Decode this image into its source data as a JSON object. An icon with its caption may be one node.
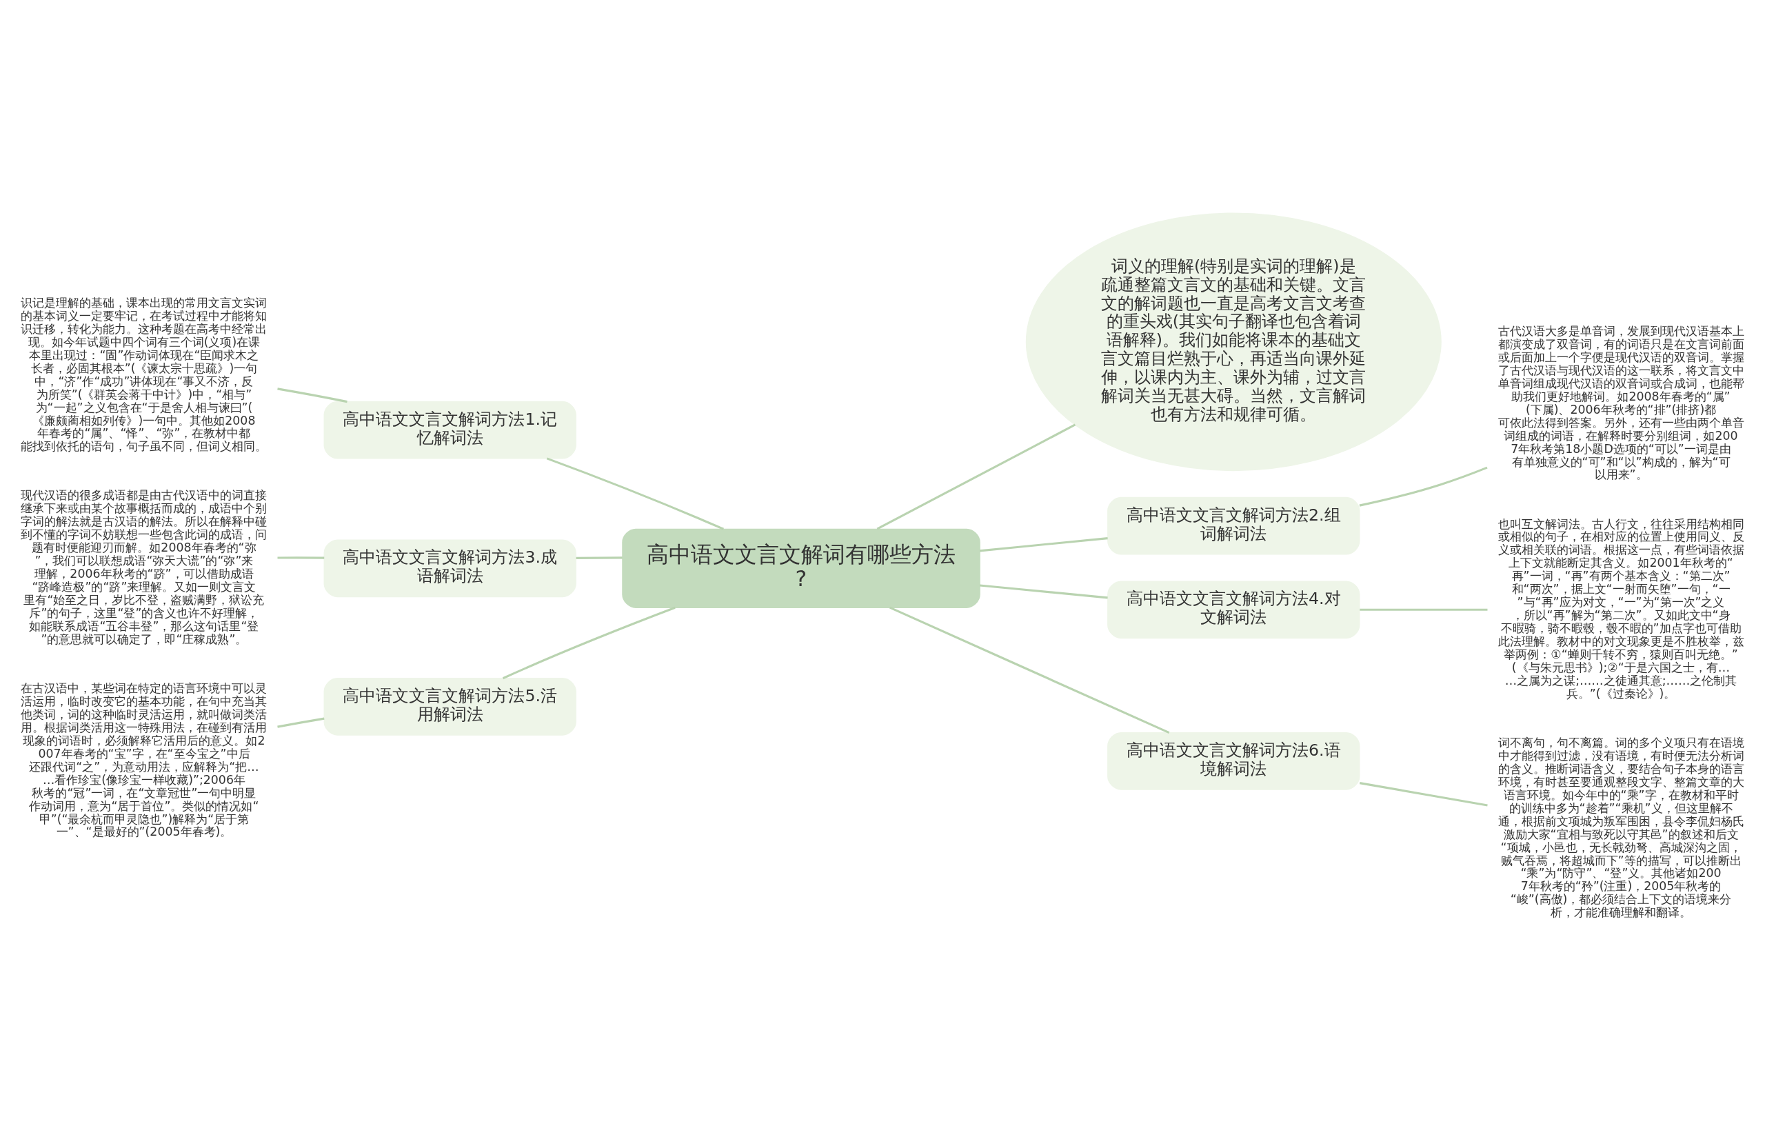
{
  "diagram": {
    "nodes": [
      {
        "text": [
          "高中语文文言文解词有哪些方法?"
        ]
      },
      {
        "text": [
          "词义的理解(特别是实词的理解)是疏通整篇文言文的基础和关键。文言文的解词题也一直是高考文言文考查的重头戏(其实句子翻译也包含着词语解释)。我们如能将课本的基础文言文篇目烂熟于心，再适当向课外延伸，以课内为主、课外为辅，过文言解词关当无甚大碍。当然，文言解词也有方法和规律可循。"
        ]
      },
      {
        "text": [
          "高中语文文言文解词方法1.记忆解词法"
        ]
      },
      {
        "text": [
          "识记是理解的基础，课本出现的常用文言文实词的基本词义一定要牢记，在考试过程中才能将知识迁移，转化为能力。这种考题在高考中经常出现。如今年试题中四个词有三个词(义项)在课本里出现过：“固”作动词体现在“臣闻求木之长者，必固其根本”(《谏太宗十思疏》)一句中，“济”作“成功”讲体现在“事又不济，反为所笑”(《群英会蒋干中计》)中，“相与”为“一起”之义包含在“于是舍人相与谏曰”(《廉颇蔺相如列传》)一句中。其他如2008年春考的“属”、“怿”、“弥”，在教材中都能找到依托的语句，句子虽不同，但词义相同。"
        ]
      },
      {
        "text": [
          "高中语文文言文解词方法2.组词解词法"
        ]
      },
      {
        "text": [
          "古代汉语大多是单音词，发展到现代汉语基本上都演变成了双音词，有的词语只是在文言词前面或后面加上一个字便是现代汉语的双音词。掌握了古代汉语与现代汉语的这一联系，将文言文中单音词组成现代汉语的双音词或合成词，也能帮助我们更好地解词。如2008年春考的“属”(下属)、2006年秋考的“排”(排挤)都可依此法得到答案。另外，还有一些由两个单音词组成的词语，在解释时要分别组词，如2007年秋考第18小题D选项的“可以”一词是由有单独意义的“可”和“以”构成的，解为“可以用来”。"
        ]
      },
      {
        "text": [
          "高中语文文言文解词方法3.成语解词法"
        ]
      },
      {
        "text": [
          "现代汉语的很多成语都是由古代汉语中的词直接继承下来或由某个故事概括而成的，成语中个别字词的解法就是古汉语的解法。所以在解释中碰到不懂的字词不妨联想一些包含此词的成语，问题有时便能迎刃而解。如2008年春考的“弥”，我们可以联想成语“弥天大谎”的“弥”来理解，2006年秋考的“跻”，可以借助成语“跻峰造极”的“跻”来理解。又如一则文言文里有“始至之日，岁比不登，盗贼满野，狱讼充斥”的句子，这里“登”的含义也许不好理解，如能联系成语“五谷丰登”，那么这句话里“登”的意思就可以确定了，即“庄稼成熟”。"
        ]
      },
      {
        "text": [
          "高中语文文言文解词方法4.对文解词法"
        ]
      },
      {
        "text": [
          "也叫互文解词法。古人行文，往往采用结构相同或相似的句子，在相对应的位置上使用同义、反义或相关联的词语。根据这一点，有些词语依据上下文就能断定其含义。如2001年秋考的“再”一词，“再”有两个基本含义：“第二次”和“两次”，据上文“一射而矢堕”一句，“一”与“再”应为对文，“一”为“第一次”之义，所以“再”解为“第二次”。又如此文中“身不暇骑，骑不暇毂，毂不暇的”加点字也可借助此法理解。教材中的对文现象更是不胜枚举，兹举两例：①“蝉则千转不穷，猿则百叫无绝。”(《与朱元思书》);②“于是六国之士，有……之属为之谋;……之徒通其意;……之伦制其兵。”(《过秦论》)。"
        ]
      },
      {
        "text": [
          "高中语文文言文解词方法5.活用解词法"
        ]
      },
      {
        "text": [
          "在古汉语中，某些词在特定的语言环境中可以灵活运用，临时改变它的基本功能，在句中充当其他类词，词的这种临时灵活运用，就叫做词类活用。根据词类活用这一特殊用法，在碰到有活用现象的词语时，必须解释它活用后的意义。如2007年春考的“宝”字，在“至今宝之”中后还跟代词“之”，为意动用法，应解释为“把……看作珍宝(像珍宝一样收藏)”;2006年秋考的“冠”一词，在“文章冠世”一句中明显作动词用，意为“居于首位”。类似的情况如“甲”(“最余杭而甲灵隐也”)解释为“居于第一”、“是最好的”(2005年春考)。"
        ]
      },
      {
        "text": [
          "高中语文文言文解词方法6.语境解词法"
        ]
      },
      {
        "text": [
          "词不离句，句不离篇。词的多个义项只有在语境中才能得到过滤，没有语境，有时便无法分析词的含义。推断词语含义，要结合句子本身的语言环境，有时甚至要通观整段文字、整篇文章的大语言环境。如今年中的“乘”字，在教材和平时的训练中多为“趁着”“乘机”义，但这里解不通，根据前文项城为叛军围困，县令李侃妇杨氏激励大家“宜相与致死以守其邑”的叙述和后文“项城，小邑也，无长戟劲弩、高城深沟之固，贼气吞焉，将超城而下”等的描写，可以推断出“乘”为“防守”、“登”义。其他诸如2007年秋考的“矜”(注重)，2005年秋考的“峻”(高傲)，都必须结合上下文的语境来分析，才能准确理解和翻译。"
        ]
      }
    ],
    "edges": [
      {
        "from": 0,
        "to": 1,
        "arrow": "none"
      },
      {
        "from": 0,
        "to": 2,
        "arrow": "none"
      },
      {
        "from": 2,
        "to": 3,
        "arrow": "none"
      },
      {
        "from": 0,
        "to": 4,
        "arrow": "none"
      },
      {
        "from": 4,
        "to": 5,
        "arrow": "none"
      },
      {
        "from": 0,
        "to": 6,
        "arrow": "none"
      },
      {
        "from": 6,
        "to": 7,
        "arrow": "none"
      },
      {
        "from": 0,
        "to": 8,
        "arrow": "none"
      },
      {
        "from": 8,
        "to": 9,
        "arrow": "none"
      },
      {
        "from": 0,
        "to": 10,
        "arrow": "none"
      },
      {
        "from": 10,
        "to": 11,
        "arrow": "none"
      },
      {
        "from": 0,
        "to": 12,
        "arrow": "none"
      },
      {
        "from": 12,
        "to": 13,
        "arrow": "none"
      }
    ]
  }
}
